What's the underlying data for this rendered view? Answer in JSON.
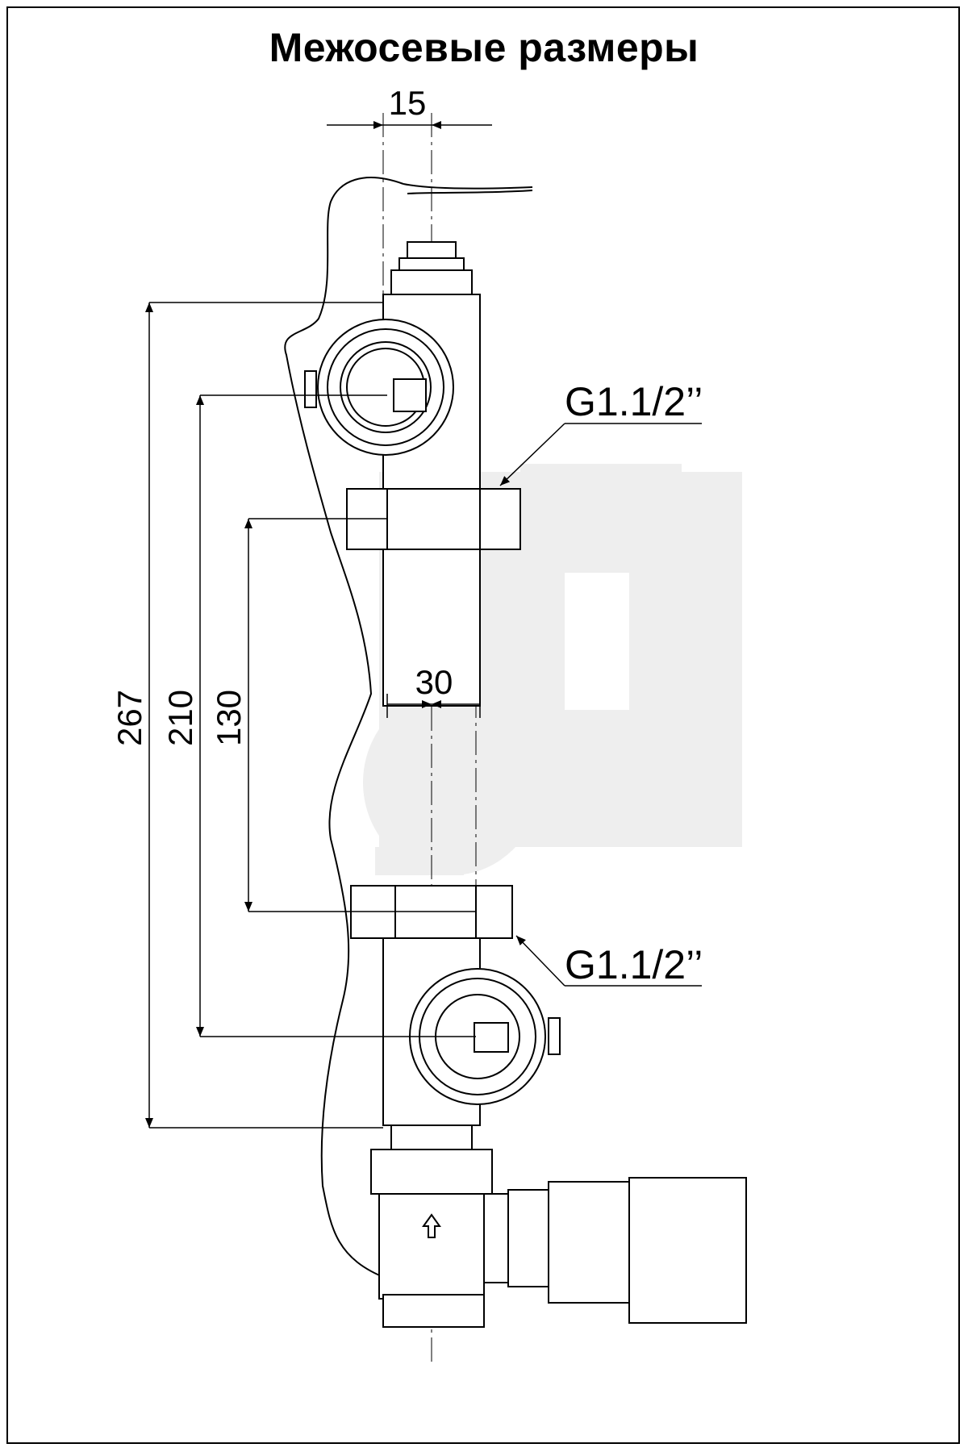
{
  "title": "Межосевые размеры",
  "dimensions": {
    "top_offset": "15",
    "center_offset": "30",
    "overall_height": "267",
    "outlet_distance": "210",
    "pump_distance": "130"
  },
  "callouts": {
    "upper_thread": "G1.1/2’’",
    "lower_thread": "G1.1/2’’"
  },
  "colors": {
    "line": "#000000",
    "pump_ghost": "#eeeeee"
  }
}
